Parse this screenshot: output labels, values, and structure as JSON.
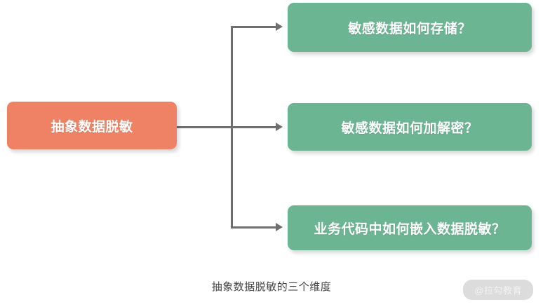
{
  "diagram": {
    "root": {
      "label": "抽象数据脱敏",
      "color": "#ef8265"
    },
    "leaves": [
      {
        "label": "敏感数据如何存储？",
        "color": "#6cb593"
      },
      {
        "label": "敏感数据如何加解密？",
        "color": "#6cb593"
      },
      {
        "label": "业务代码中如何嵌入数据脱敏？",
        "color": "#6cb593"
      }
    ],
    "connector_color": "#6f6f6f"
  },
  "caption": "抽象数据脱敏的三个维度",
  "watermark": "@拉勾教育"
}
